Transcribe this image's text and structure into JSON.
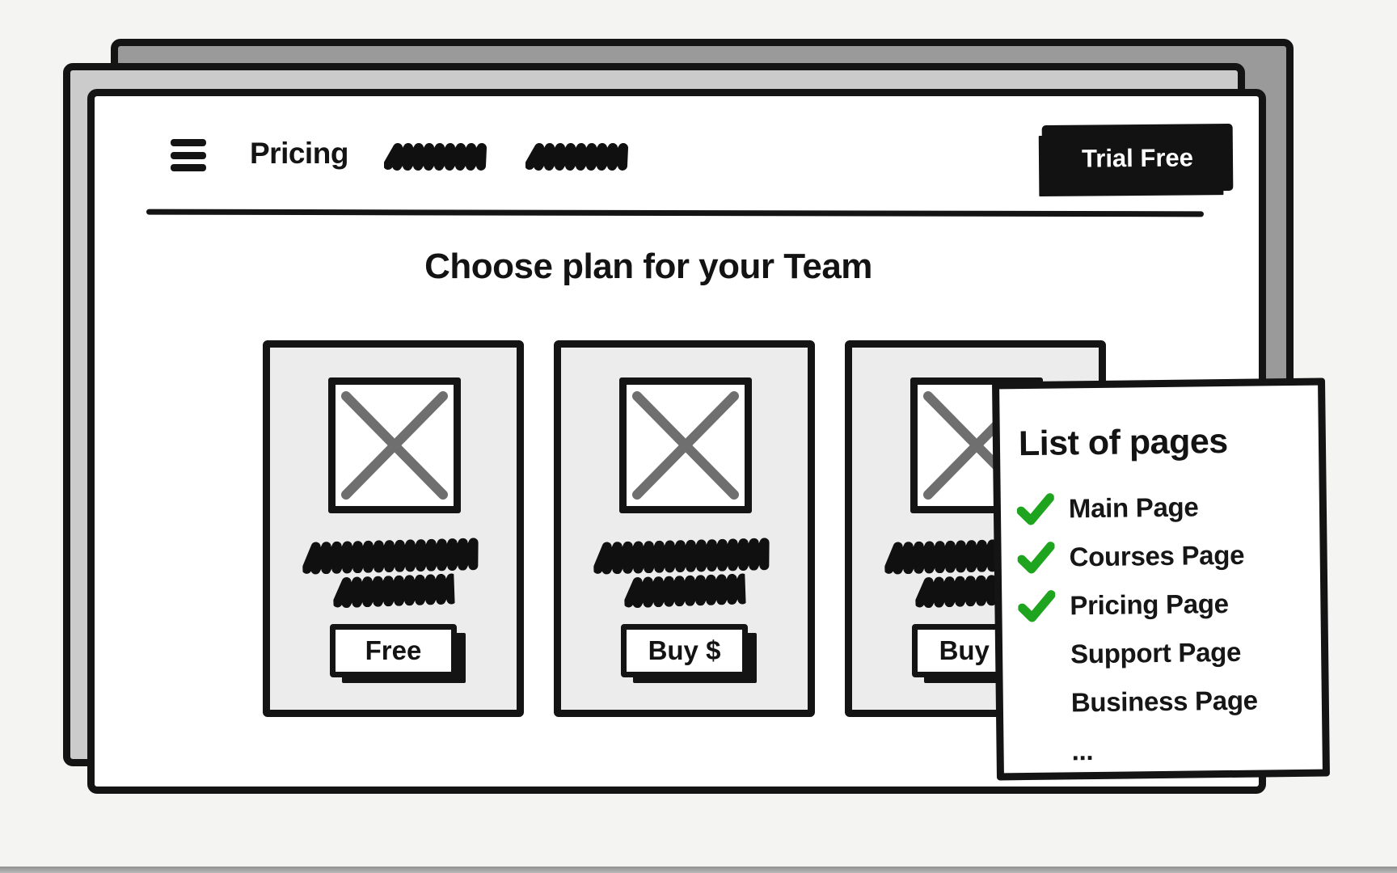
{
  "browser_window": {
    "navbar": {
      "menu_icon": "hamburger",
      "active_nav_item": "Pricing",
      "nav_placeholder_scribbles": 2,
      "trial_button_label": "Trial Free"
    },
    "heading": "Choose plan for your Team",
    "pricing_cards": [
      {
        "name": "free-plan-card",
        "button_label": "Free",
        "image": "x-placeholder"
      },
      {
        "name": "paid-plan-card-1",
        "button_label": "Buy $",
        "image": "x-placeholder"
      },
      {
        "name": "paid-plan-card-2",
        "button_label": "Buy $",
        "image": "x-placeholder"
      }
    ]
  },
  "list_of_pages_panel": {
    "title": "List of pages",
    "items": [
      {
        "label": "Main Page",
        "checked": true
      },
      {
        "label": "Courses Page",
        "checked": true
      },
      {
        "label": "Pricing Page",
        "checked": true
      },
      {
        "label": "Support Page",
        "checked": false
      },
      {
        "label": "Business Page",
        "checked": false
      },
      {
        "label": "...",
        "checked": false
      }
    ]
  },
  "colors": {
    "check_green": "#1ea41e",
    "button_black": "#121212",
    "card_gray": "#ececec",
    "window_back_gray": "#9a9a9a",
    "window_mid_gray": "#cbcbcb",
    "placeholder_x_gray": "#6f6f6f"
  }
}
